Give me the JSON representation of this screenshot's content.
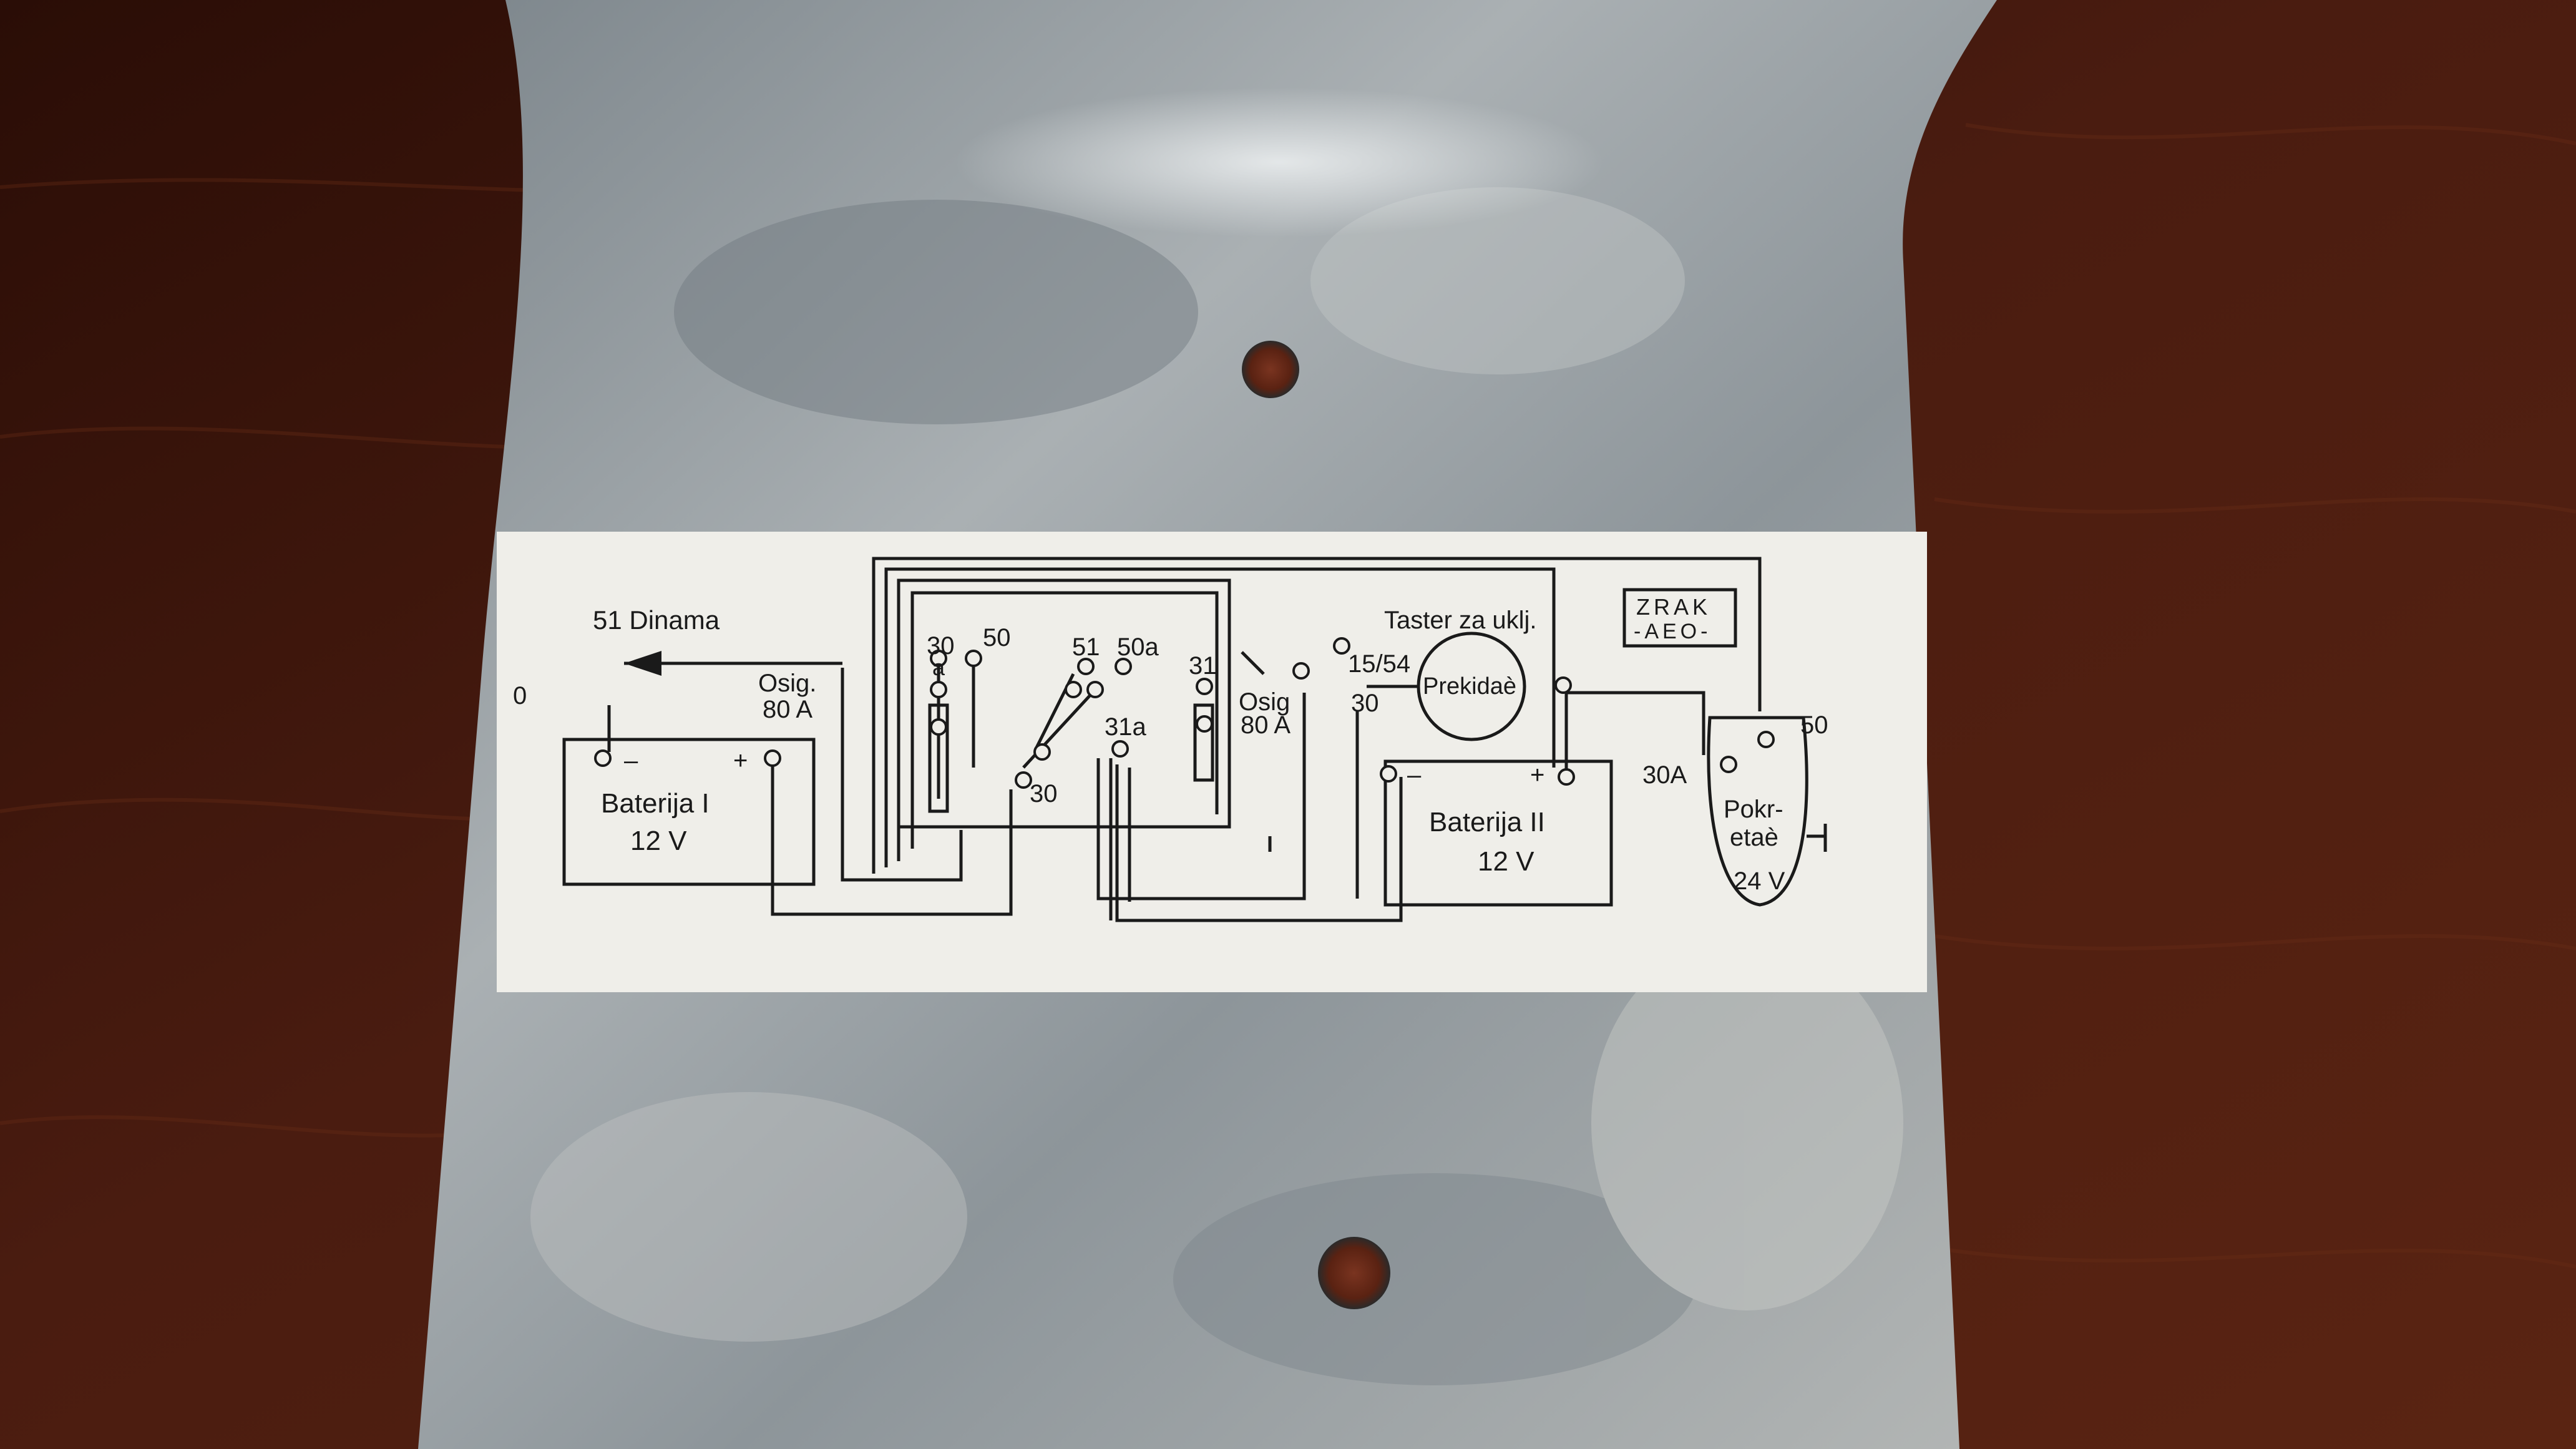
{
  "photo": {
    "colors": {
      "wood": "#4a1c10",
      "metal": "#9aa1a6",
      "label_paper": "#efeee9",
      "ink": "#1a1a1a"
    },
    "diagram": {
      "dinama": "51 Dinama",
      "osig1_a": "Osig.",
      "osig1_b": "80 A",
      "t30": "30",
      "ta": "a",
      "t50": "50",
      "t51": "51",
      "t50a": "50a",
      "t31": "31",
      "t31a": "31a",
      "t30b": "30",
      "osig2_a": "Osig",
      "osig2_b": "80 A",
      "t15_54": "15/54",
      "t30c": "30",
      "taster": "Taster za uklj.",
      "prekidac": "Prekidaè",
      "zrak_1": "ZRAK",
      "zrak_2": "-AEO-",
      "t50d": "50",
      "t30A": "30A",
      "pokr_1": "Pokr-",
      "pokr_2": "etaè",
      "pokr_3": "24 V",
      "bat1_minus": "–",
      "bat1_plus": "+",
      "bat1_name": "Baterija  I",
      "bat1_v": "12 V",
      "bat2_minus": "–",
      "bat2_plus": "+",
      "bat2_name": "Baterija  II",
      "bat2_v": "12 V",
      "edge_fragment": "0"
    }
  }
}
